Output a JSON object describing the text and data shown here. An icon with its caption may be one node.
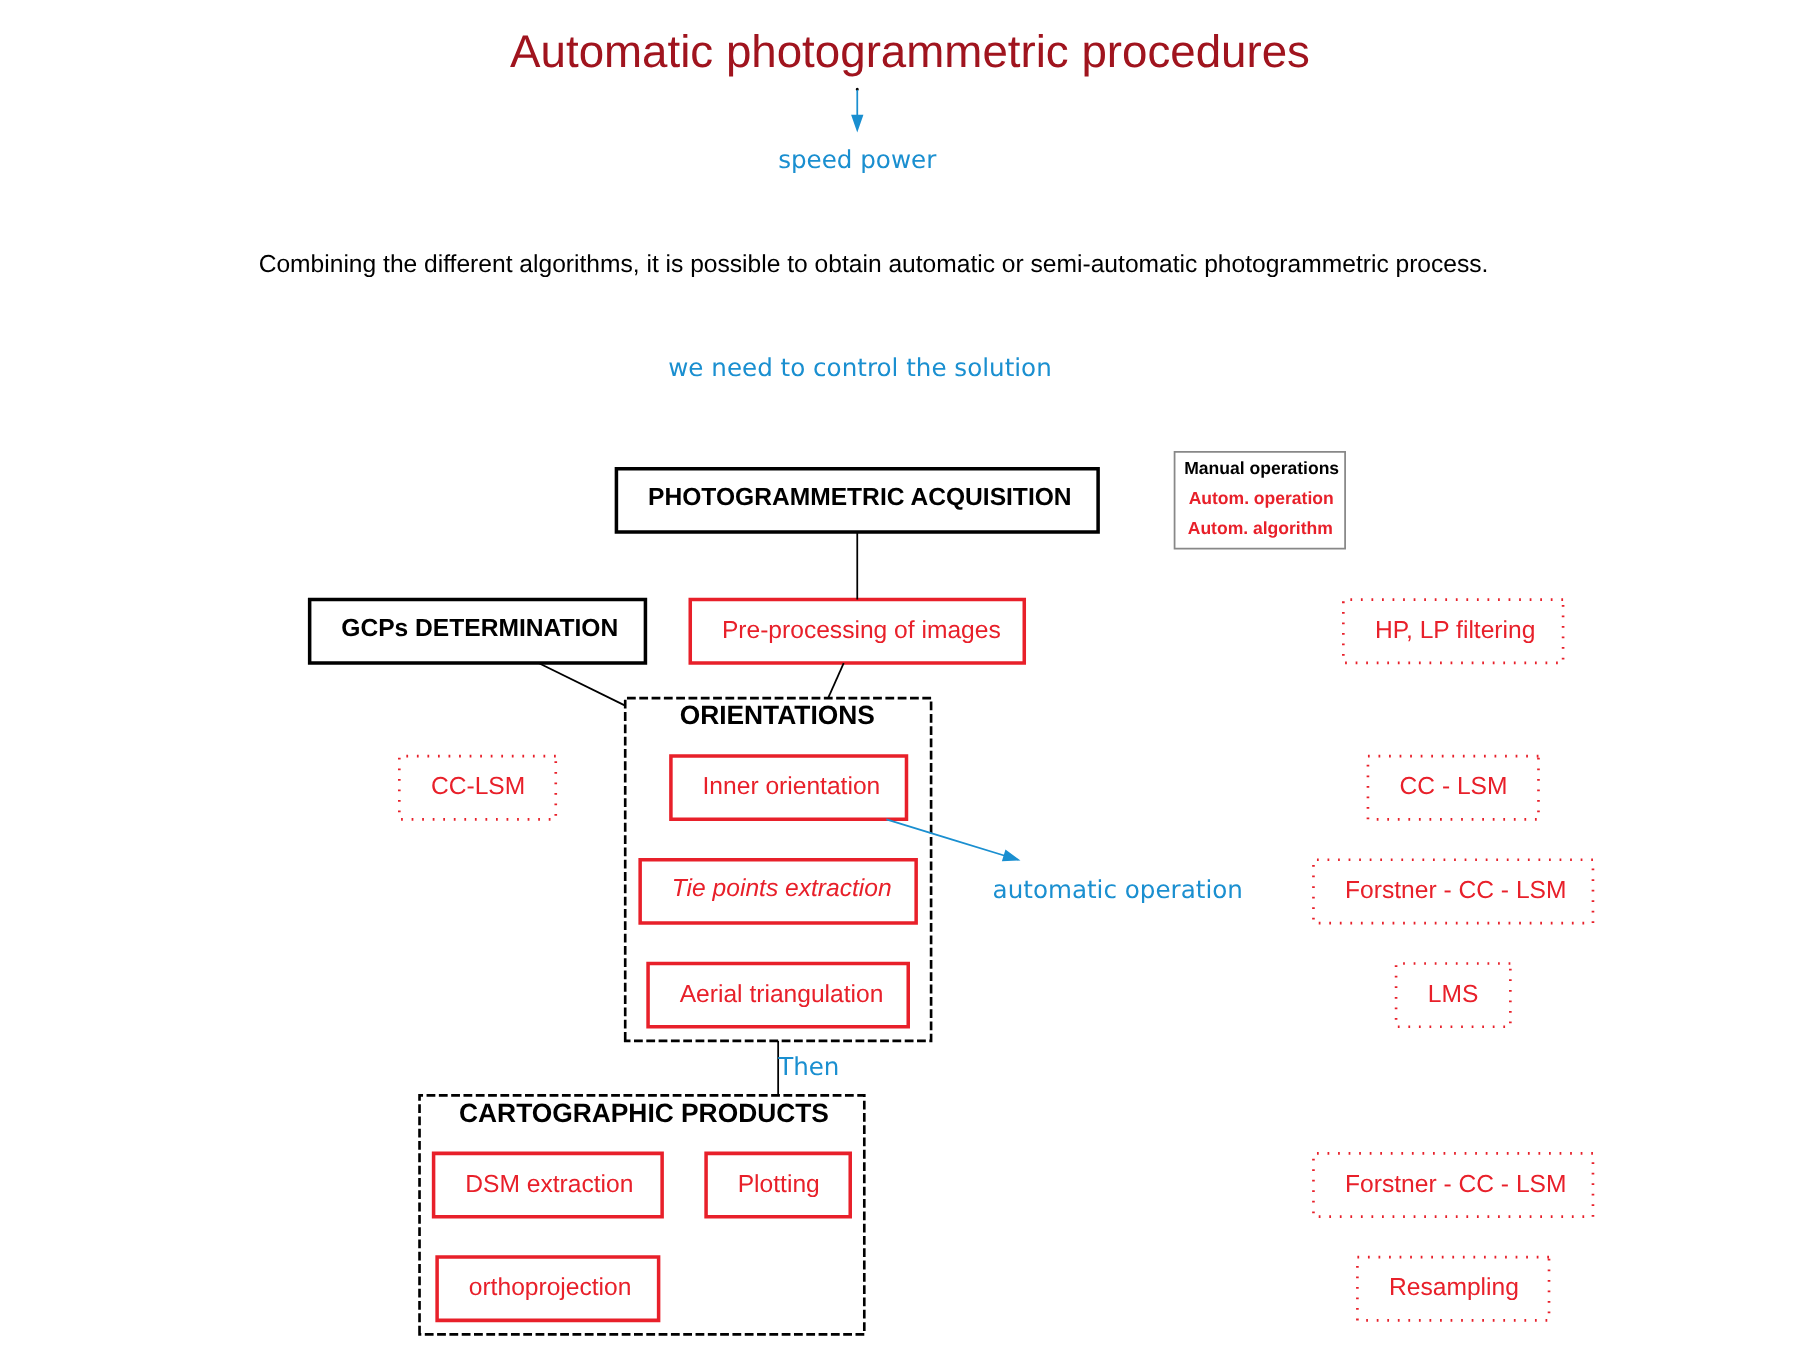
{
  "diagram": {
    "title": "Automatic photogrammetric procedures",
    "nodes": [
      {
        "text": [
          "PHOTOGRAMMETRIC ACQUISITION"
        ]
      },
      {
        "text": [
          "Pre-processing of images"
        ]
      },
      {
        "text": [
          "ORIENTATIONS"
        ]
      },
      {
        "text": [
          "Inner orientation"
        ],
        "in": 2
      },
      {
        "text": [
          "Tie points extraction"
        ],
        "in": 2
      },
      {
        "text": [
          "Aerial triangulation"
        ],
        "in": 2
      },
      {
        "text": [
          "GCPs DETERMINATION"
        ]
      },
      {
        "text": [
          "CARTOGRAPHIC PRODUCTS"
        ]
      },
      {
        "text": [
          "Plotting"
        ],
        "in": 7
      },
      {
        "text": [
          "DSM extraction"
        ],
        "in": 7
      },
      {
        "text": [
          "orthoprojection"
        ],
        "in": 7
      },
      {
        "text": [
          "HP, LP filtering"
        ]
      },
      {
        "text": [
          "CC - LSM"
        ]
      },
      {
        "text": [
          "Forstner - CC - LSM"
        ]
      },
      {
        "text": [
          "LMS"
        ]
      },
      {
        "text": [
          "CC-LSM"
        ]
      },
      {
        "text": [
          "Forstner - CC - LSM"
        ]
      },
      {
        "text": [
          "Resampling"
        ]
      },
      {
        "text": [
          "speed power"
        ]
      },
      {
        "text": [
          "automatic operation"
        ]
      }
    ],
    "edges": [
      {
        "from": 0,
        "to": 1,
        "arrow": "none"
      },
      {
        "from": 1,
        "to": 2,
        "arrow": "none"
      },
      {
        "from": 6,
        "to": 2,
        "arrow": "none"
      },
      {
        "from": 2,
        "to": 7,
        "arrow": "none",
        "label": "Then"
      },
      {
        "from": null,
        "to": 18,
        "arrow": "to",
        "color": "#1a8fd0"
      },
      {
        "from": 3,
        "to": 19,
        "arrow": "to",
        "color": "#1a8fd0"
      }
    ],
    "labels": [
      "Combining the different algorithms, it is possible to obtain automatic or semi-automatic photogrammetric process.",
      "we need to control the solution"
    ],
    "legend": [
      {
        "text": "Manual operations"
      },
      {
        "text": "Autom. operation"
      },
      {
        "text": "Autom. algorithm"
      }
    ]
  }
}
